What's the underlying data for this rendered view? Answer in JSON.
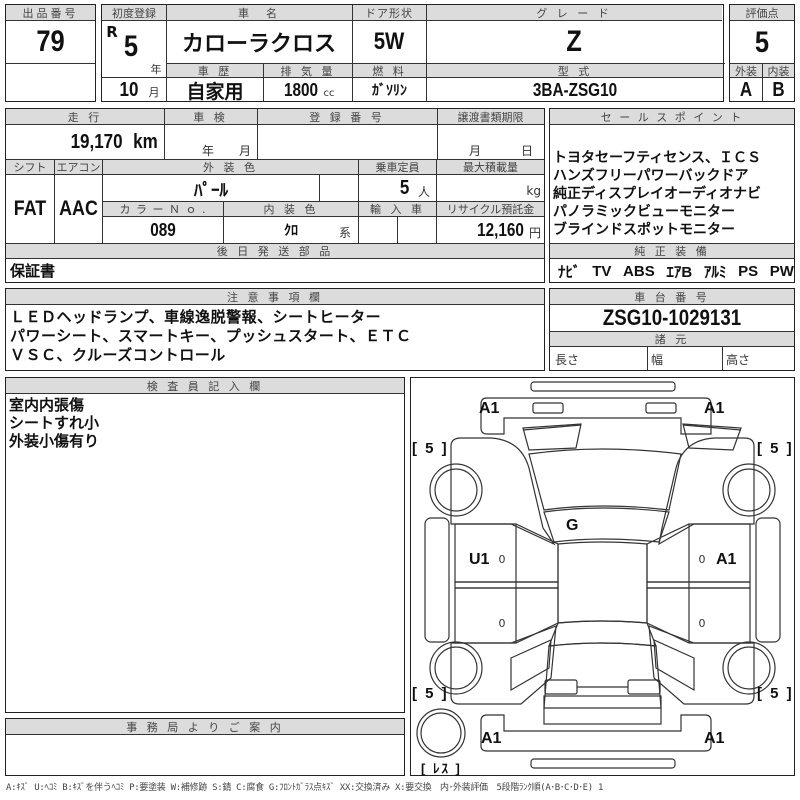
{
  "lot": {
    "header": "出品番号",
    "value": "79"
  },
  "first_registration": {
    "header": "初度登録",
    "era": "R",
    "year": "5",
    "year_unit": "年",
    "month": "10",
    "month_unit": "月"
  },
  "car_name": {
    "header": "車　名",
    "value": "カローラクロス"
  },
  "door_type": {
    "header": "ドア形状",
    "value": "5W"
  },
  "grade": {
    "header": "グ レ ー ド",
    "value": "Z"
  },
  "score": {
    "header": "評価点",
    "value": "5",
    "exterior_header": "外装",
    "exterior_value": "A",
    "interior_header": "内装",
    "interior_value": "B"
  },
  "history": {
    "header": "車 歴",
    "value": "自家用"
  },
  "displacement": {
    "header": "排 気 量",
    "value": "1800",
    "unit": "cc"
  },
  "fuel": {
    "header": "燃 料",
    "value": "ｶﾞｿﾘﾝ"
  },
  "model_code": {
    "header": "型 式",
    "value": "3BA-ZSG10"
  },
  "mileage": {
    "header": "走 行",
    "value": "19,170",
    "unit": "km"
  },
  "inspection": {
    "header": "車 検",
    "year_unit": "年",
    "month_unit": "月"
  },
  "registration_number": {
    "header": "登 録 番 号",
    "value": ""
  },
  "transfer_deadline": {
    "header": "譲渡書類期限",
    "month_unit": "月",
    "day_unit": "日"
  },
  "shift": {
    "header": "シフト",
    "value": "FAT"
  },
  "aircon": {
    "header": "エアコン",
    "value": "AAC"
  },
  "exterior_color": {
    "header": "外 装 色",
    "value": "ﾊﾟｰﾙ"
  },
  "capacity": {
    "header": "乗車定員",
    "value": "5",
    "unit": "人"
  },
  "max_load": {
    "header": "最大積載量",
    "value": "",
    "unit": "kg"
  },
  "color_no": {
    "header": "カ ラ ー Ｎ ｏ .",
    "value": "089"
  },
  "interior_color": {
    "header": "内 装 色",
    "value": "ｸﾛ",
    "unit": "系"
  },
  "import": {
    "header": "輸 入 車",
    "value": ""
  },
  "recycle_fee": {
    "header": "リサイクル預託金",
    "value": "12,160",
    "unit": "円"
  },
  "later_parts": {
    "header": "後 日 発 送 部 品",
    "value": "保証書"
  },
  "sales_points": {
    "header": "セ ー ル ス ポ イ ン ト",
    "lines": [
      "トヨタセーフティセンス、ＩＣＳ",
      "ハンズフリーパワーバックドア",
      "純正ディスプレイオーディオナビ",
      "パノラミックビューモニター",
      "ブラインドスポットモニター"
    ]
  },
  "genuine_equipment": {
    "header": "純 正 装 備",
    "items": [
      "ﾅﾋﾞ",
      "TV",
      "ABS",
      "ｴｱB",
      "ｱﾙﾐ",
      "PS",
      "PW"
    ]
  },
  "notes": {
    "header": "注 意 事 項 欄",
    "lines": [
      "ＬＥＤヘッドランプ、車線逸脱警報、シートヒーター",
      "パワーシート、スマートキー、プッシュスタート、ＥＴＣ",
      "ＶＳＣ、クルーズコントロール"
    ]
  },
  "chassis_number": {
    "header": "車 台 番 号",
    "value": "ZSG10-1029131"
  },
  "dimensions": {
    "header": "諸 元",
    "length_label": "長さ",
    "width_label": "幅",
    "height_label": "高さ"
  },
  "inspector_notes": {
    "header": "検 査 員 記 入 欄",
    "lines": [
      "室内内張傷",
      "シートすれ小",
      "外装小傷有り"
    ]
  },
  "office_notice": {
    "header": "事 務 局 よ り ご 案 内",
    "value": ""
  },
  "diagram": {
    "front_left": "A1",
    "front_right": "A1",
    "windshield": "G",
    "left_side": "U1",
    "right_side": "A1",
    "rear_left": "A1",
    "rear_right": "A1",
    "tire_fl": "[ 5 ]",
    "tire_fr": "[ 5 ]",
    "tire_rl": "[ 5 ]",
    "tire_rr": "[ 5 ]",
    "spare": "[ ﾚｽ ]",
    "zero_marks": [
      "0",
      "0",
      "0",
      "0"
    ]
  },
  "legend": "A:ｷｽﾞ U:ﾍｺﾐ B:ｷｽﾞを伴うﾍｺﾐ P:要塗装 W:補修跡 S:錆 C:腐食 G:ﾌﾛﾝﾄｶﾞﾗｽ点ｷｽﾞ XX:交換済み X:要交換　内･外装評価　5段階ﾗﾝｸ順(A･B･C･D･E) 1"
}
